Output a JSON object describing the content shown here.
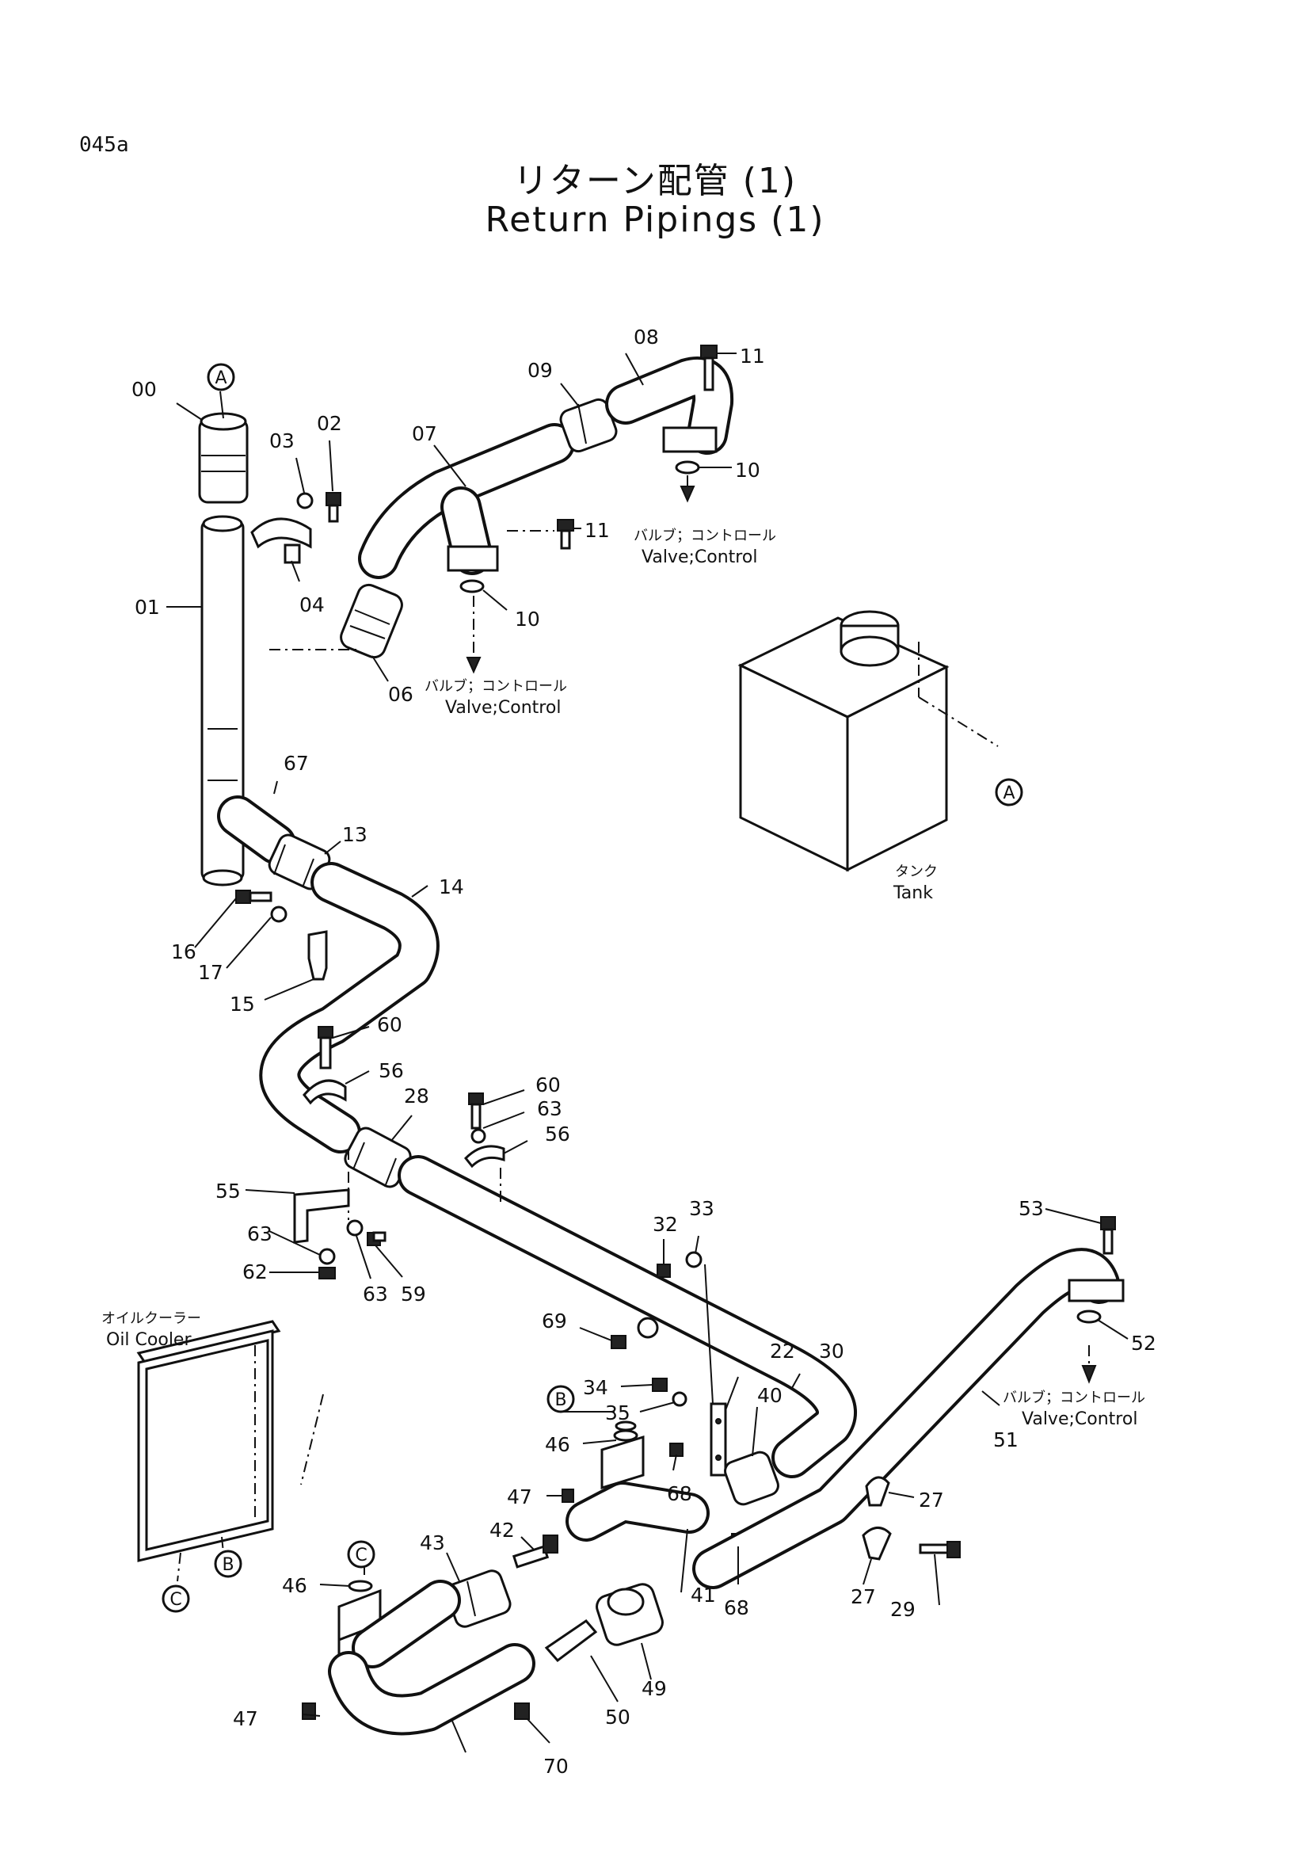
{
  "page_code": "045a",
  "title_jp": "リターン配管 (1)",
  "title_en": "Return Pipings (1)",
  "callouts": {
    "c00": "00",
    "c01": "01",
    "c02": "02",
    "c03": "03",
    "c04": "04",
    "c06": "06",
    "c07": "07",
    "c08": "08",
    "c09": "09",
    "c10a": "10",
    "c10b": "10",
    "c11a": "11",
    "c11b": "11",
    "c13": "13",
    "c14": "14",
    "c15": "15",
    "c16": "16",
    "c17": "17",
    "c22": "22",
    "c27a": "27",
    "c27b": "27",
    "c28": "28",
    "c29": "29",
    "c30": "30",
    "c32": "32",
    "c33": "33",
    "c34": "34",
    "c35": "35",
    "c40": "40",
    "c41": "41",
    "c42": "42",
    "c43": "43",
    "c46a": "46",
    "c46b": "46",
    "c47a": "47",
    "c47b": "47",
    "c49": "49",
    "c50": "50",
    "c51": "51",
    "c52": "52",
    "c53": "53",
    "c55": "55",
    "c56a": "56",
    "c56b": "56",
    "c59": "59",
    "c60a": "60",
    "c60b": "60",
    "c62": "62",
    "c63a": "63",
    "c63b": "63",
    "c63c": "63",
    "c67": "67",
    "c68a": "68",
    "c68b": "68",
    "c69": "69",
    "c70": "70"
  },
  "refs": {
    "a1": "A",
    "a2": "A",
    "b1": "B",
    "b2": "B",
    "c1": "C",
    "c2": "C"
  },
  "captions": {
    "valve_jp_1": "バルブ；コントロール",
    "valve_en_1": "Valve;Control",
    "valve_jp_2": "バルブ；コントロール",
    "valve_en_2": "Valve;Control",
    "valve_jp_3": "バルブ；コントロール",
    "valve_en_3": "Valve;Control",
    "tank_jp": "タンク",
    "tank_en": "Tank",
    "cooler_jp": "オイルクーラー",
    "cooler_en": "Oil Cooler"
  }
}
